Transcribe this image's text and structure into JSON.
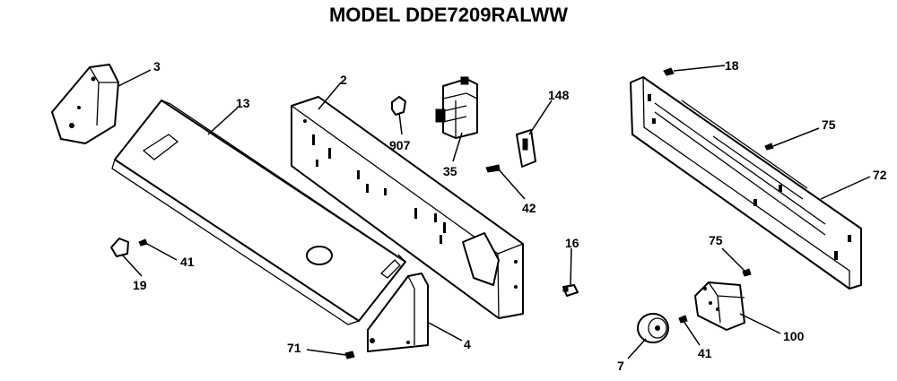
{
  "title": "MODEL DDE7209RALWW",
  "labels": {
    "p3": "3",
    "p13": "13",
    "p2": "2",
    "p907": "907",
    "p35": "35",
    "p148": "148",
    "p42": "42",
    "p18": "18",
    "p75a": "75",
    "p72": "72",
    "p16": "16",
    "p75b": "75",
    "p100": "100",
    "p41a": "41",
    "p41b": "41",
    "p19": "19",
    "p71": "71",
    "p4": "4",
    "p7": "7"
  }
}
